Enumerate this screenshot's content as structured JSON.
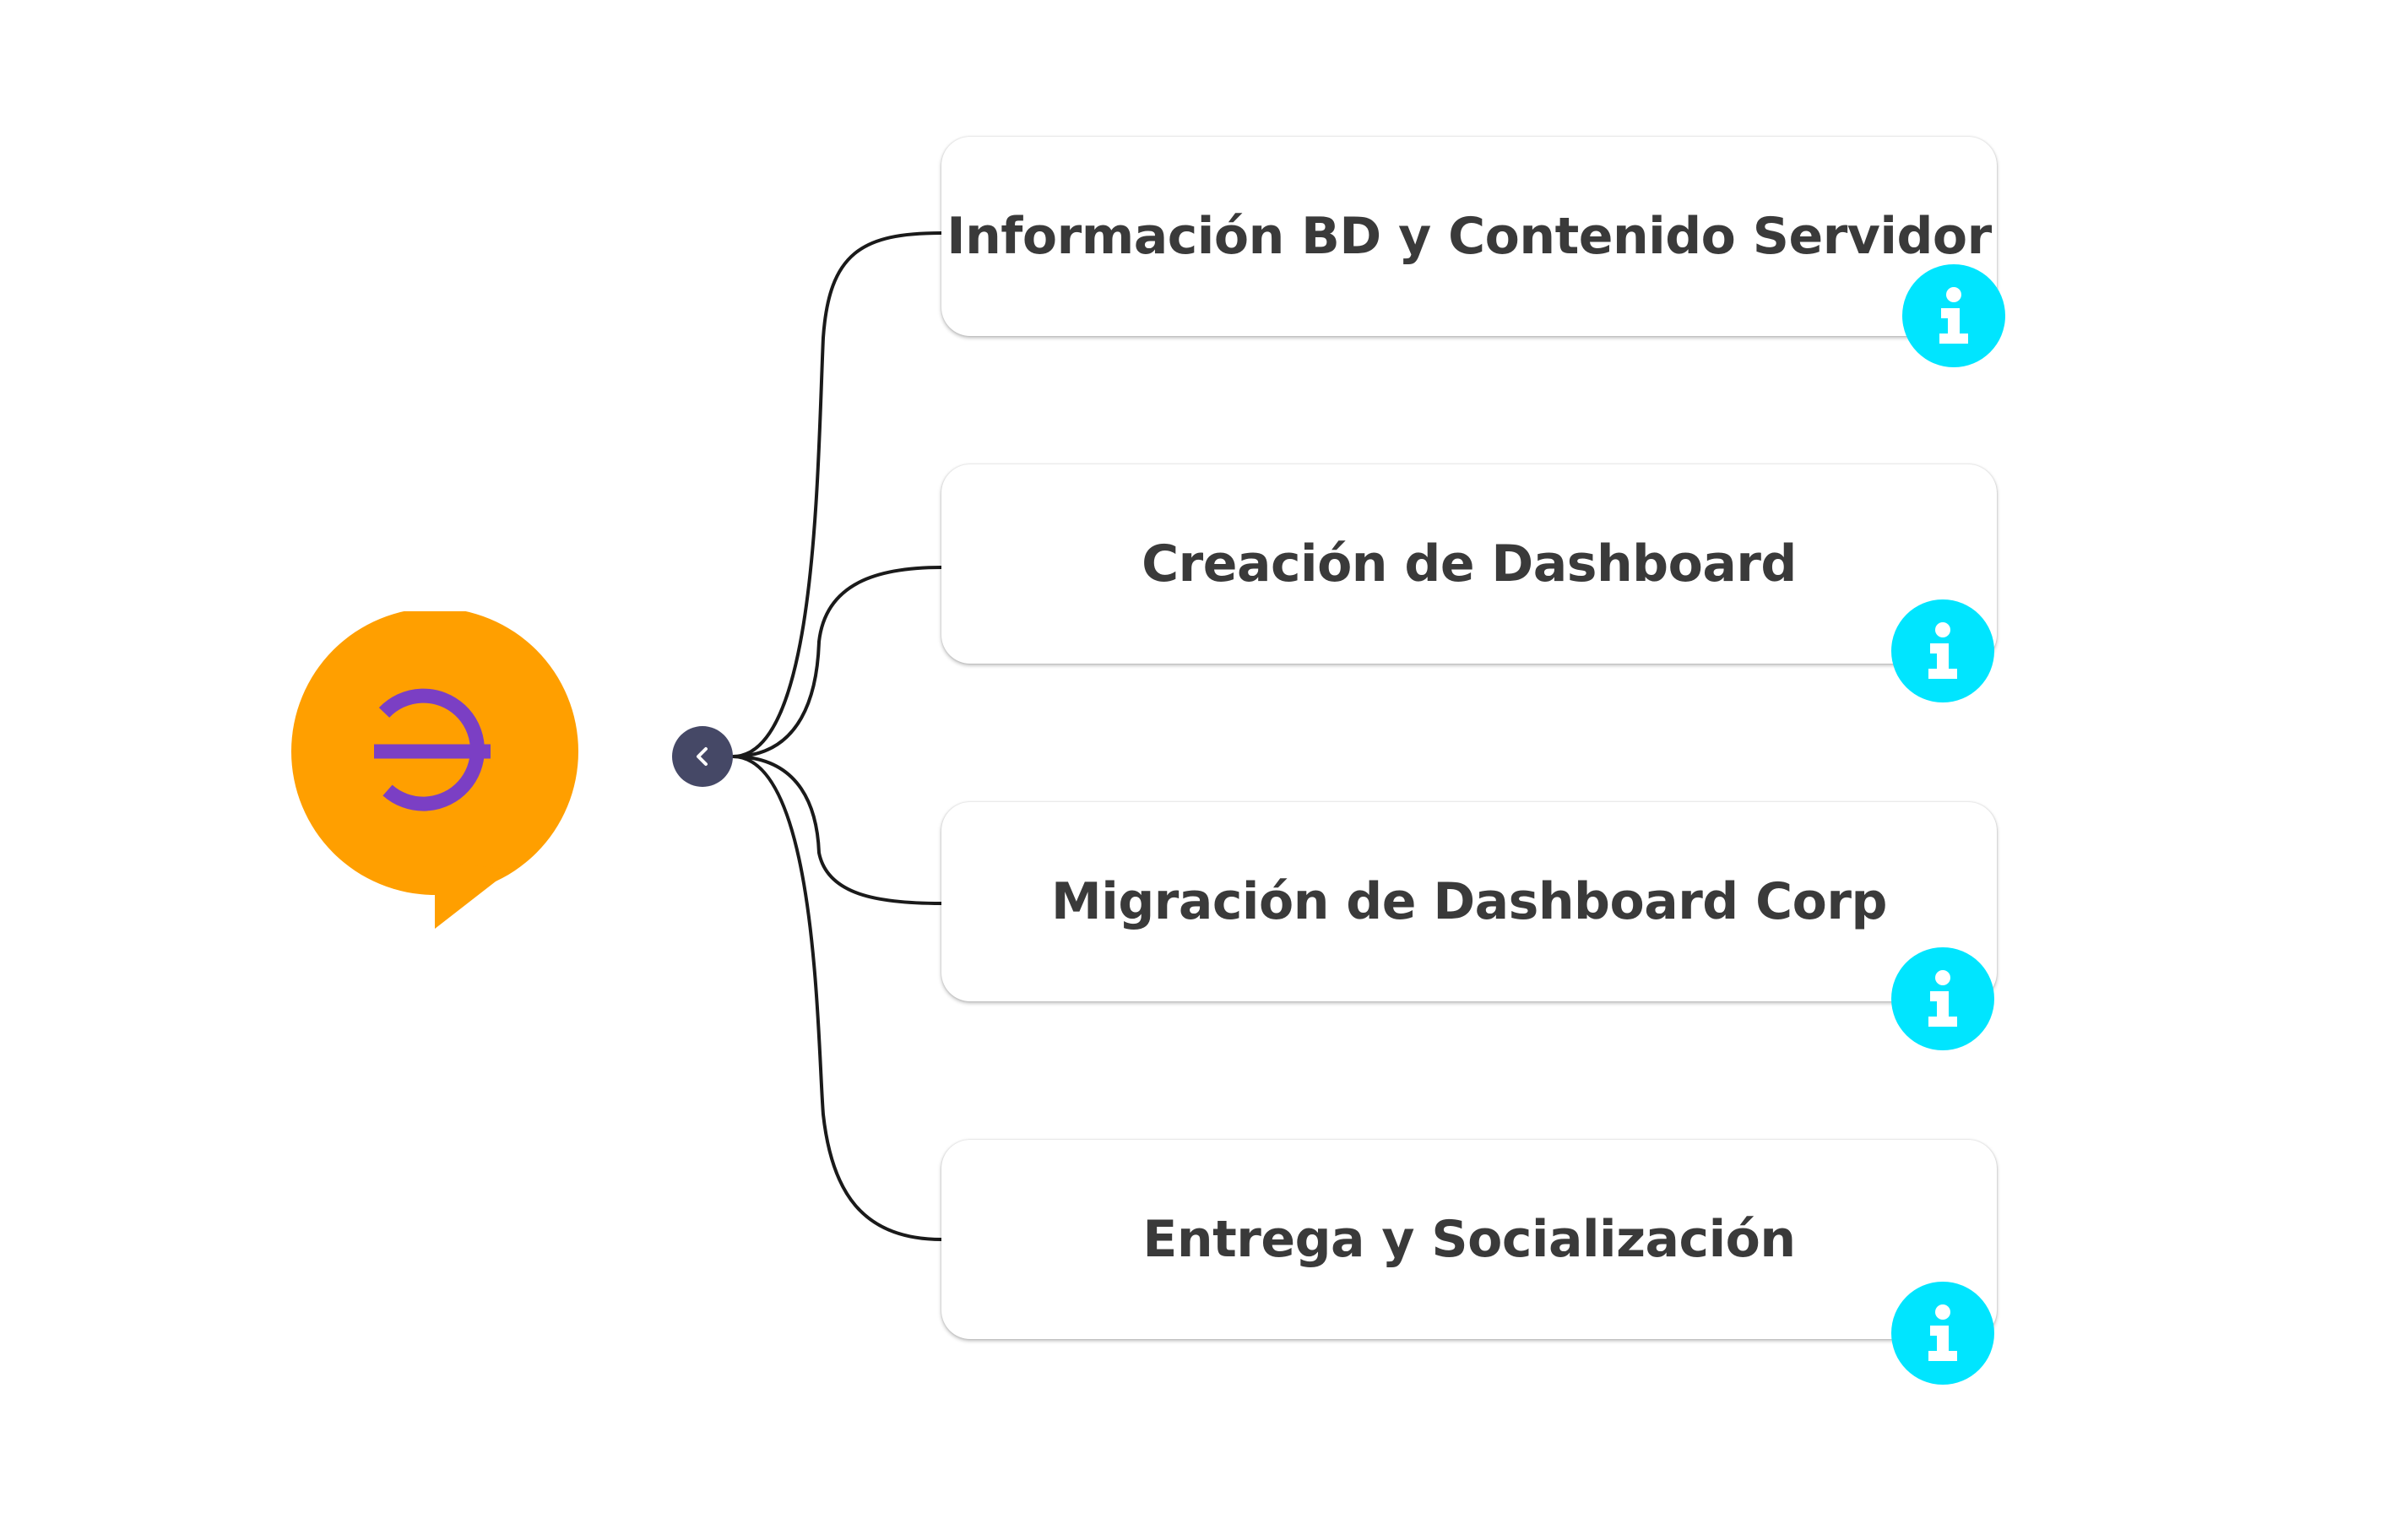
{
  "colors": {
    "logo_orange": "#FF9F00",
    "logo_purple": "#7B3FC4",
    "collapse_button": "#454866",
    "info_button": "#00E5FF",
    "card_text": "#3A3A3A",
    "connector": "#1A1A1A"
  },
  "root": {
    "logo_icon": "speech-bubble-logo-icon",
    "collapse_icon": "chevron-left-icon"
  },
  "branches": [
    {
      "label": "Información BD y Contenido Servidor",
      "info_icon": "info-icon"
    },
    {
      "label": "Creación de Dashboard",
      "info_icon": "info-icon"
    },
    {
      "label": "Migración de Dashboard Corp",
      "info_icon": "info-icon"
    },
    {
      "label": "Entrega y Socialización",
      "info_icon": "info-icon"
    }
  ]
}
